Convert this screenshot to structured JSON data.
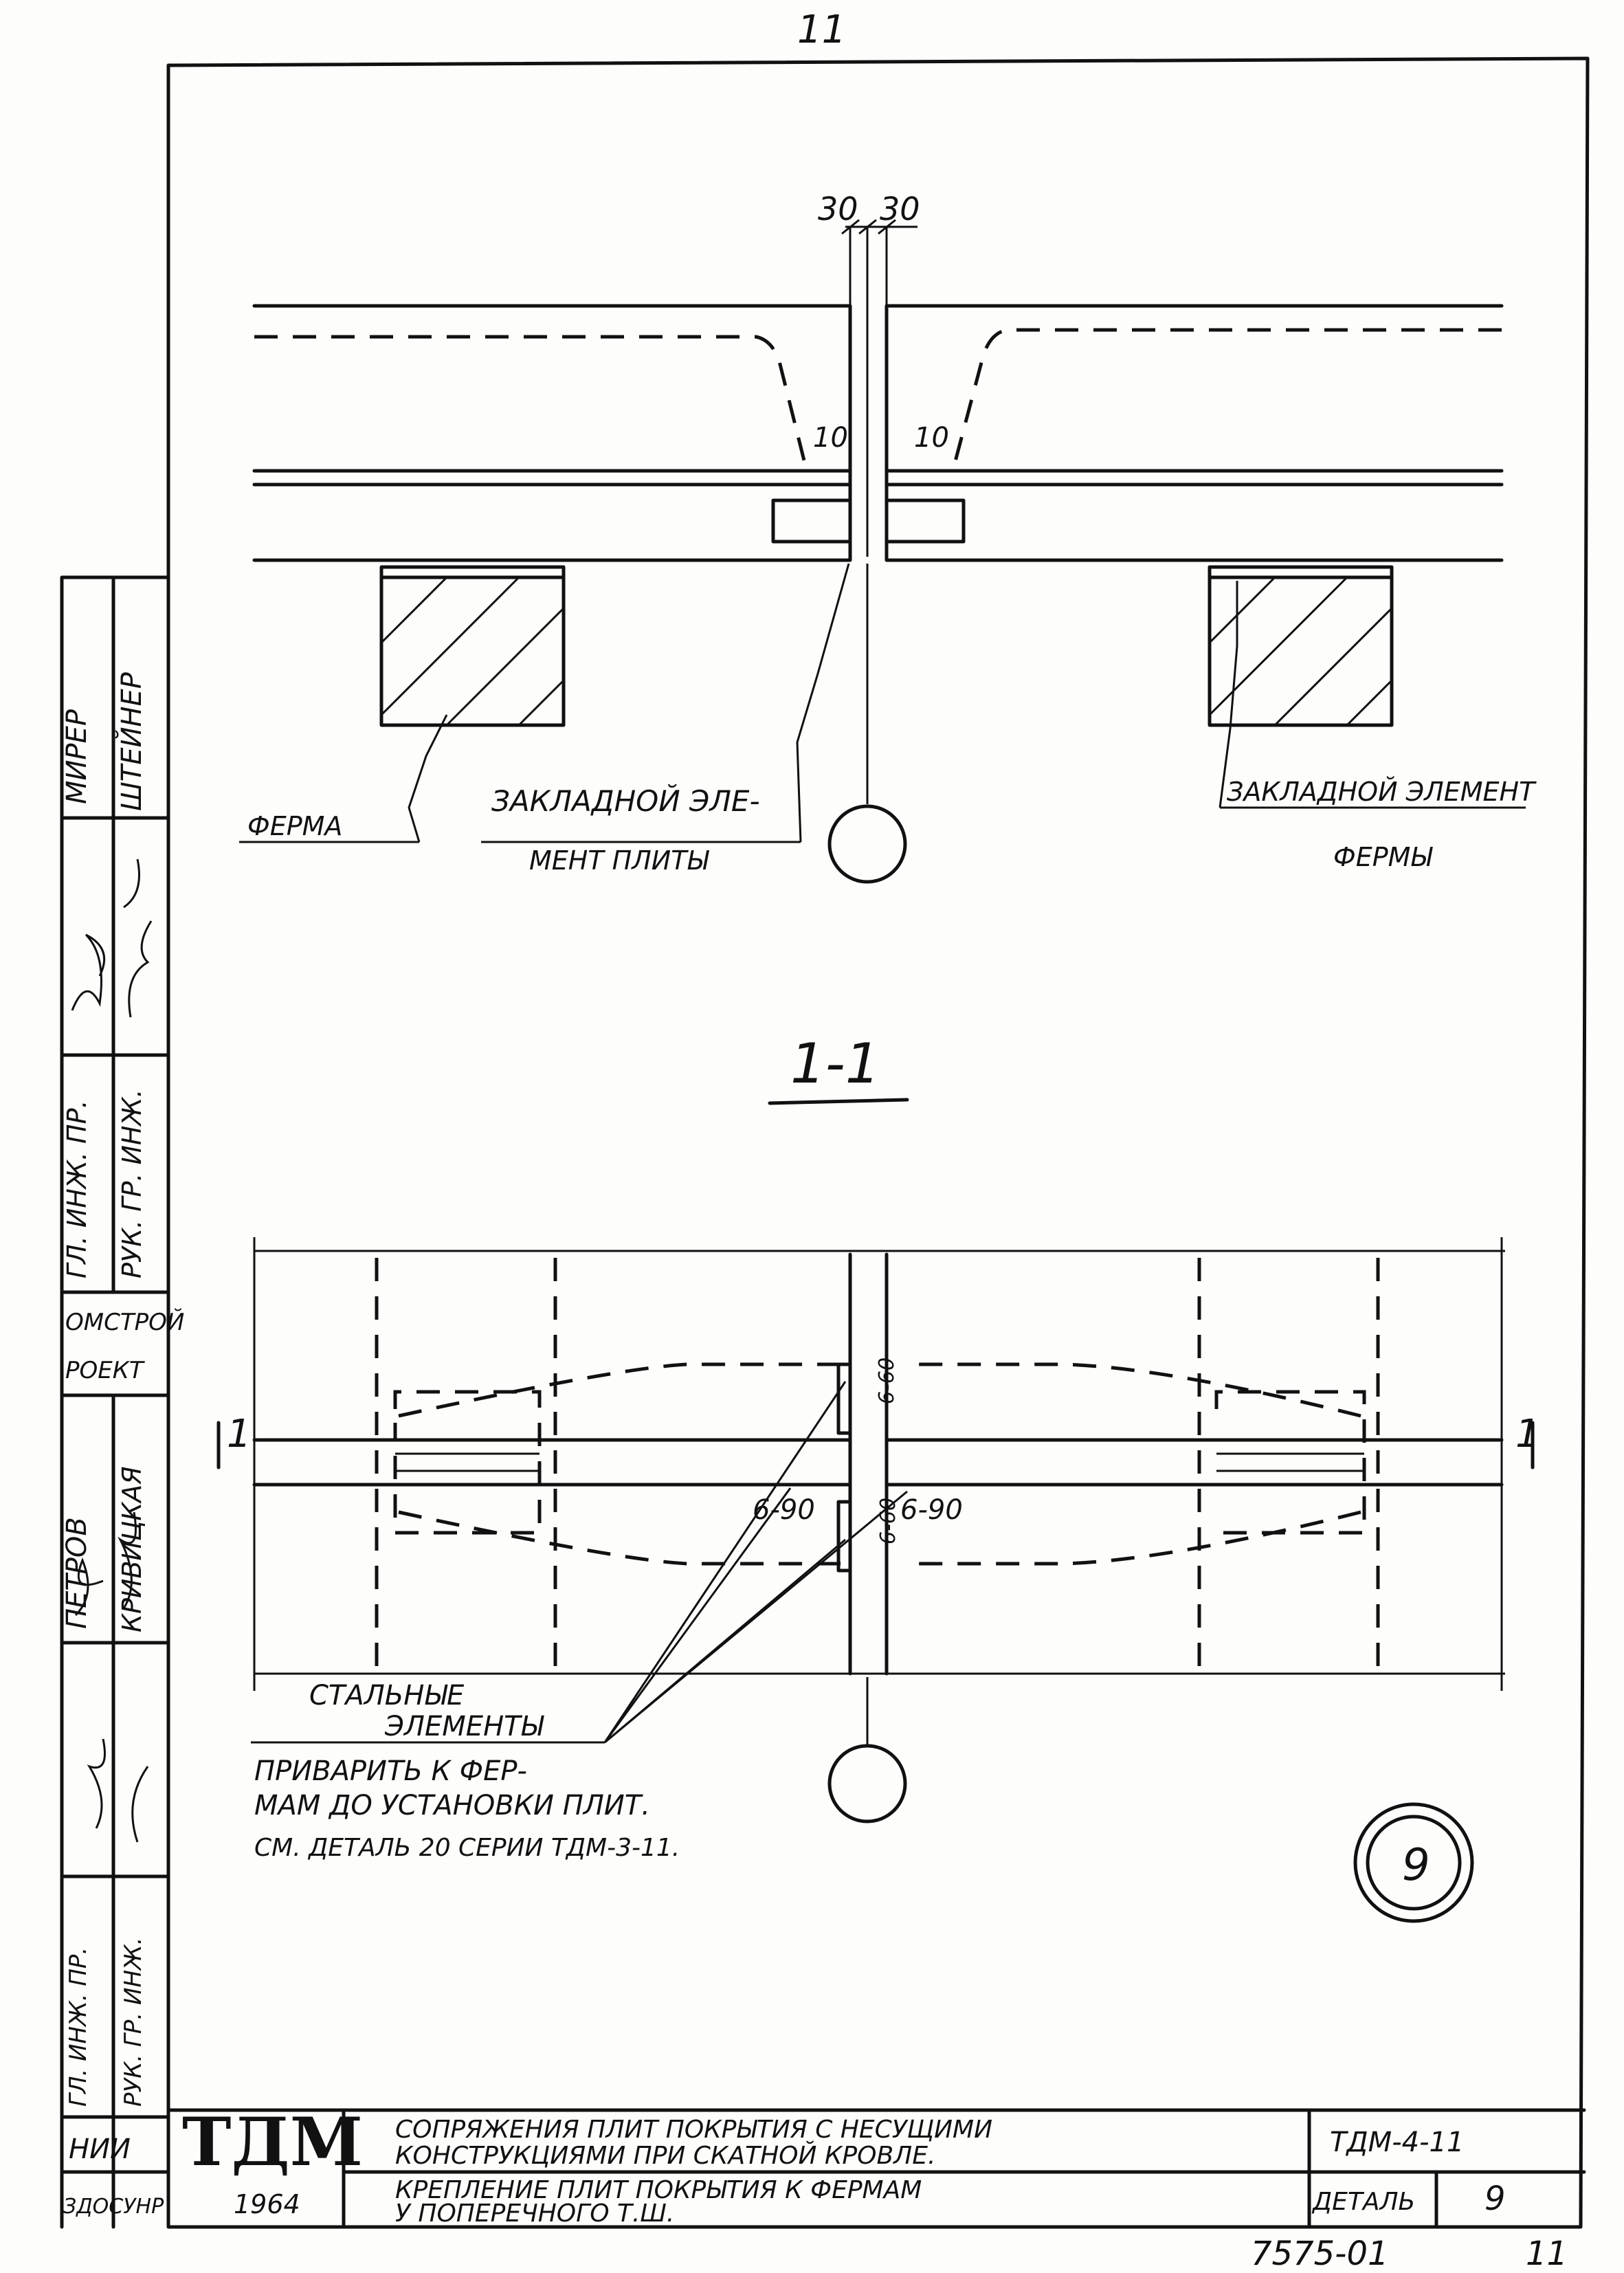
{
  "page_number_top": "11",
  "dimensions": {
    "gap_left": "30",
    "gap_right": "30",
    "cover_left": "10",
    "cover_right": "10"
  },
  "upper_labels": {
    "truss": "ФЕРМА",
    "slab_embed_1": "ЗАКЛАДНОЙ ЭЛЕ-",
    "slab_embed_2": "МЕНТ ПЛИТЫ",
    "truss_embed_1": "ЗАКЛАДНОЙ ЭЛЕМЕНТ",
    "truss_embed_2": "ФЕРМЫ"
  },
  "section_label": "1-1",
  "cut_marks": {
    "left": "1",
    "right": "1"
  },
  "plan_labels": {
    "weld_top": "6-60",
    "weld_left": "6-90",
    "weld_right": "6-90",
    "weld_bottom": "6-60"
  },
  "notes": {
    "steel_1": "СТАЛЬНЫЕ",
    "steel_2": "ЭЛЕМЕНТЫ",
    "weld_1": "ПРИВАРИТЬ К ФЕР-",
    "weld_2": "МАМ ДО УСТАНОВКИ ПЛИТ.",
    "ref": "СМ. ДЕТАЛЬ 20 СЕРИИ ТДМ-3-11."
  },
  "detail_mark": "9",
  "left_strip": {
    "names": [
      "МИРЕР",
      "ШТЕЙНЕР"
    ],
    "roles_1": [
      "ГЛ. ИНЖ. ПР.",
      "РУК. ГР. ИНЖ."
    ],
    "org_1": "ОМСТРОЙ",
    "org_2": "РОЕКТ",
    "names_2": [
      "ПЕТРОВ",
      "КРИВИЦКАЯ"
    ],
    "roles_2": [
      "ГЛ. ИНЖ. ПР.",
      "РУК. ГР. ИНЖ."
    ],
    "inst_1": "НИИ",
    "inst_2": "ЗДОСУНР"
  },
  "title_block": {
    "logo": "ТДМ",
    "year": "1964",
    "title_1": "СОПРЯЖЕНИЯ ПЛИТ ПОКРЫТИЯ С НЕСУЩИМИ",
    "title_2": "КОНСТРУКЦИЯМИ ПРИ СКАТНОЙ КРОВЛЕ.",
    "subtitle_1": "КРЕПЛЕНИЕ ПЛИТ ПОКРЫТИЯ К ФЕРМАМ",
    "subtitle_2": "У ПОПЕРЕЧНОГО Т.Ш.",
    "code": "ТДМ-4-11",
    "detail_label": "ДЕТАЛЬ",
    "detail_number": "9"
  },
  "footer": {
    "code": "7575-01",
    "page": "11"
  }
}
